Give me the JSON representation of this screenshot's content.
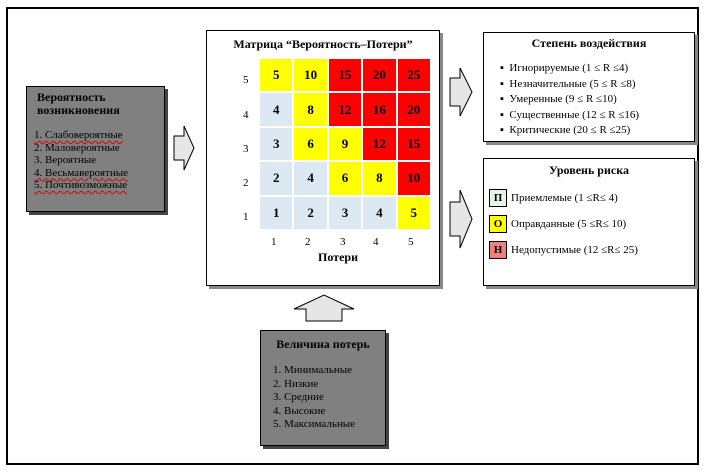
{
  "probability": {
    "title": "Вероятность возникновения",
    "items": [
      "1. Слабовероятные",
      "2. Маловероятные",
      "3. Вероятные",
      "4. Весьмавероятные",
      "5. Почтивозможные"
    ]
  },
  "matrix": {
    "title": "Матрица “Вероятность–Потери”",
    "x_axis_label": "Потери",
    "x_ticks": [
      "1",
      "2",
      "3",
      "4",
      "5"
    ],
    "y_ticks": [
      "5",
      "4",
      "3",
      "2",
      "1"
    ],
    "rows": [
      [
        {
          "v": "5",
          "z": "mid"
        },
        {
          "v": "10",
          "z": "mid"
        },
        {
          "v": "15",
          "z": "high"
        },
        {
          "v": "20",
          "z": "high"
        },
        {
          "v": "25",
          "z": "high"
        }
      ],
      [
        {
          "v": "4",
          "z": "low"
        },
        {
          "v": "8",
          "z": "mid"
        },
        {
          "v": "12",
          "z": "high"
        },
        {
          "v": "16",
          "z": "high"
        },
        {
          "v": "20",
          "z": "high"
        }
      ],
      [
        {
          "v": "3",
          "z": "low"
        },
        {
          "v": "6",
          "z": "mid"
        },
        {
          "v": "9",
          "z": "mid"
        },
        {
          "v": "12",
          "z": "high"
        },
        {
          "v": "15",
          "z": "high"
        }
      ],
      [
        {
          "v": "2",
          "z": "low"
        },
        {
          "v": "4",
          "z": "low"
        },
        {
          "v": "6",
          "z": "mid"
        },
        {
          "v": "8",
          "z": "mid"
        },
        {
          "v": "10",
          "z": "high"
        }
      ],
      [
        {
          "v": "1",
          "z": "low"
        },
        {
          "v": "2",
          "z": "low"
        },
        {
          "v": "3",
          "z": "low"
        },
        {
          "v": "4",
          "z": "low"
        },
        {
          "v": "5",
          "z": "mid"
        }
      ]
    ],
    "colors": {
      "low": "#dce9f2",
      "mid": "#ffff00",
      "high": "#ff0000"
    }
  },
  "impact": {
    "title": "Степень воздействия",
    "items": [
      "Игнорируемые (1 ≤ R ≤4)",
      "Незначительные (5 ≤ R ≤8)",
      "Умеренные (9 ≤ R ≤10)",
      "Существенные (12 ≤ R ≤16)",
      "Критические (20 ≤ R ≤25)"
    ]
  },
  "risk_level": {
    "title": "Уровень риска",
    "items": [
      {
        "code": "П",
        "label": "Приемлемые (1 ≤R≤ 4)",
        "color": "#e6f4e6"
      },
      {
        "code": "О",
        "label": "Оправданные (5 ≤R≤ 10)",
        "color": "#ffff00"
      },
      {
        "code": "Н",
        "label": "Недопустимые (12 ≤R≤ 25)",
        "color": "#f08080"
      }
    ]
  },
  "losses": {
    "title": "Величина потерь",
    "items": [
      "1. Минимальные",
      "2. Низкие",
      "3. Средние",
      "4. Высокие",
      "5. Максимальные"
    ]
  }
}
